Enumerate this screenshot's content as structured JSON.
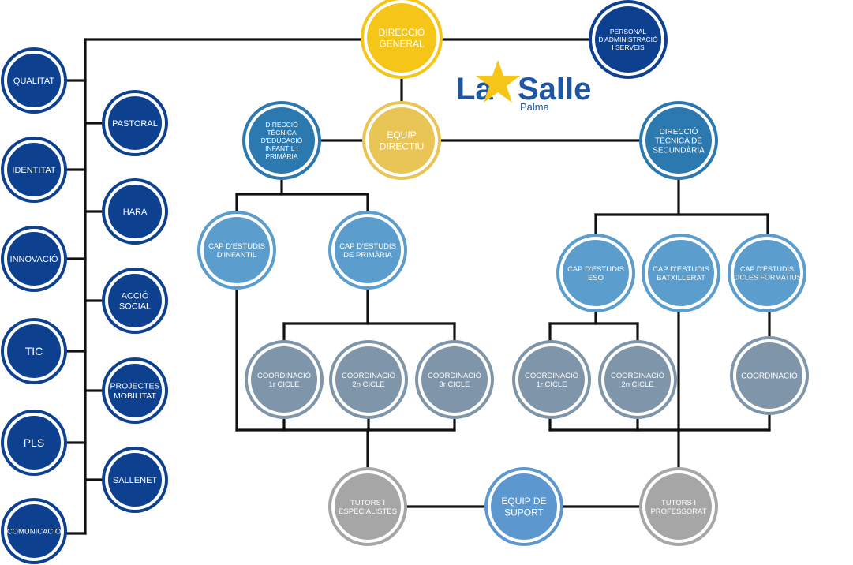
{
  "logo": {
    "brand_left": "La",
    "brand_right": "Salle",
    "subtitle": "Palma"
  },
  "colors": {
    "gold": "#f5c518",
    "gold_light": "#e8c555",
    "navy": "#0d4190",
    "blue": "#2c79b0",
    "light_blue": "#5b9dcc",
    "slate": "#7f96aa",
    "grey": "#a6a6a6",
    "support": "#5c98cf",
    "line": "#111111",
    "logo_blue": "#1d56a3",
    "star": "#f5c518"
  },
  "nodes": {
    "direccio_general": [
      "DIRECCIÓ",
      "GENERAL"
    ],
    "personal_admin": [
      "PERSONAL",
      "D'ADMINISTRACIÓ",
      "I SERVEIS"
    ],
    "equip_directiu": [
      "EQUIP",
      "DIRECTIU"
    ],
    "dir_infantil_primaria": [
      "DIRECCIÓ",
      "TÈCNICA",
      "D'EDUCACIÓ",
      "INFANTIL I",
      "PRIMÀRIA"
    ],
    "dir_secundaria": [
      "DIRECCIÓ",
      "TÈCNICA DE",
      "SECUNDÀRIA"
    ],
    "cap_infantil": [
      "CAP D'ESTUDIS",
      "D'INFANTIL"
    ],
    "cap_primaria": [
      "CAP D'ESTUDIS",
      "DE PRIMÀRIA"
    ],
    "cap_eso": [
      "CAP D'ESTUDIS",
      "ESO"
    ],
    "cap_batxillerat": [
      "CAP D'ESTUDIS",
      "BATXILLERAT"
    ],
    "cap_cicles": [
      "CAP D'ESTUDIS",
      "CICLES FORMATIUS"
    ],
    "coord_p1": [
      "COORDINACIÓ",
      "1r CICLE"
    ],
    "coord_p2": [
      "COORDINACIÓ",
      "2n CICLE"
    ],
    "coord_p3": [
      "COORDINACIÓ",
      "3r CICLE"
    ],
    "coord_s1": [
      "COORDINACIÓ",
      "1r CICLE"
    ],
    "coord_s2": [
      "COORDINACIÓ",
      "2n CICLE"
    ],
    "coord_cf": [
      "COORDINACIÓ"
    ],
    "tutors_especialistes": [
      "TUTORS I",
      "ESPECIALISTES"
    ],
    "equip_suport": [
      "EQUIP DE",
      "SUPORT"
    ],
    "tutors_professorat": [
      "TUTORS I",
      "PROFESSORAT"
    ],
    "qualitat": [
      "QUALITAT"
    ],
    "identitat": [
      "IDENTITAT"
    ],
    "innovacio": [
      "INNOVACIÓ"
    ],
    "tic": [
      "TIC"
    ],
    "pls": [
      "PLS"
    ],
    "comunicacio": [
      "COMUNICACIÓ"
    ],
    "pastoral": [
      "PASTORAL"
    ],
    "hara": [
      "HARA"
    ],
    "accio_social": [
      "ACCIÓ",
      "SOCIAL"
    ],
    "projectes_mobilitat": [
      "PROJECTES",
      "MOBILITAT"
    ],
    "sallenet": [
      "SALLENET"
    ]
  }
}
